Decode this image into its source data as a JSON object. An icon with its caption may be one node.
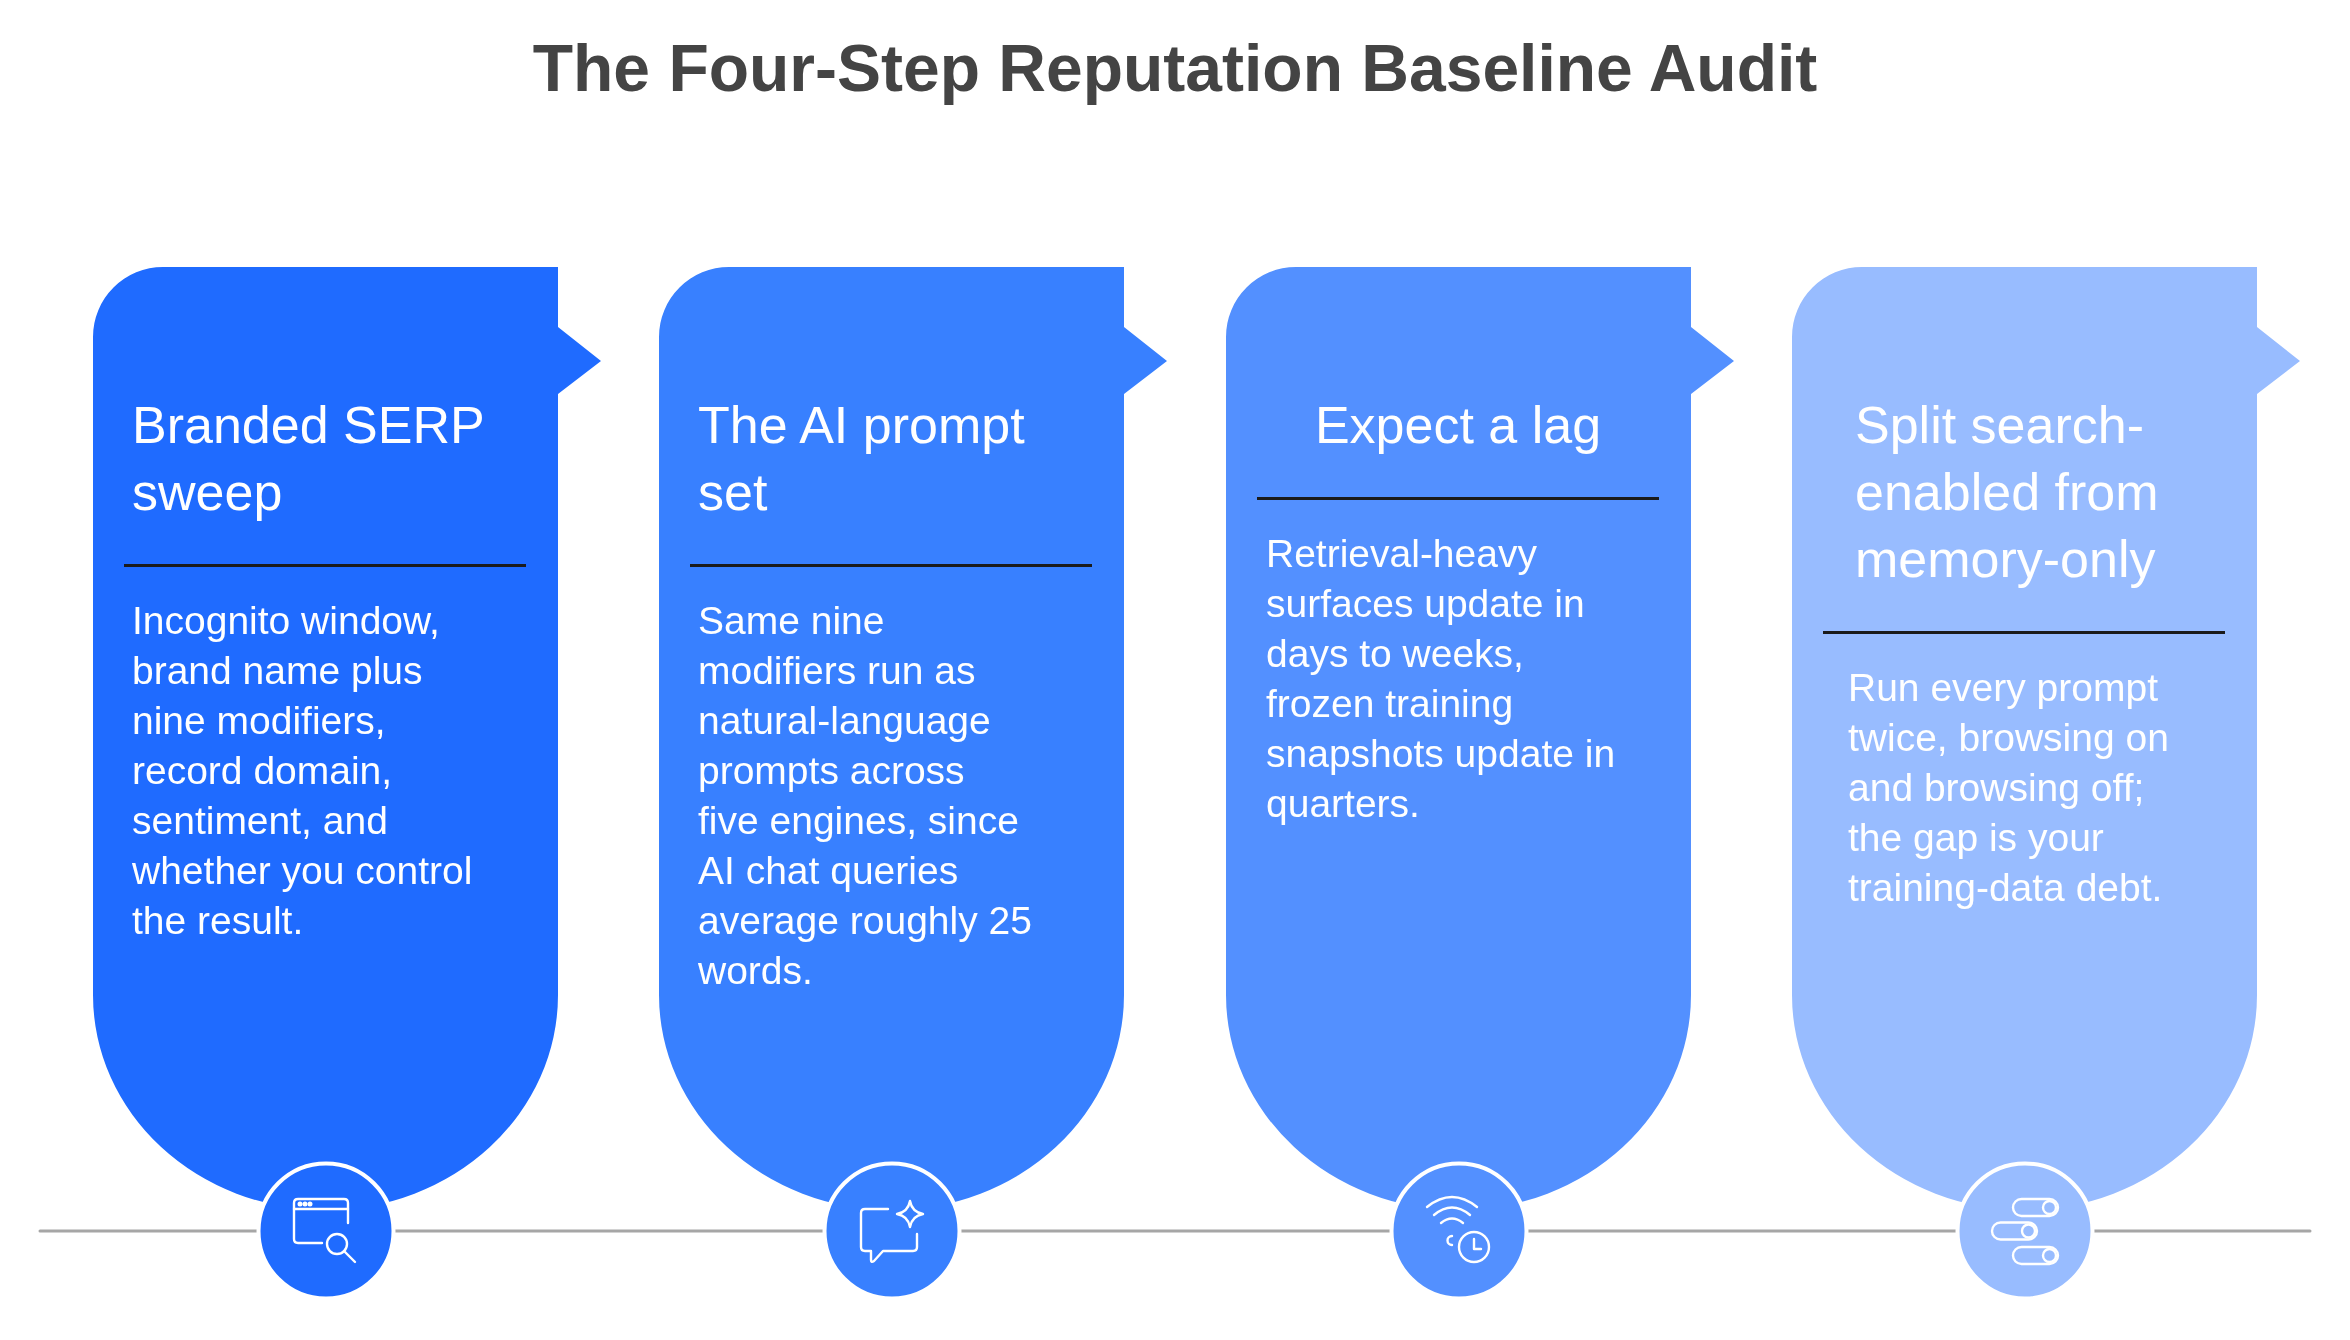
{
  "diagram": {
    "title": "The Four-Step Reputation Baseline Audit",
    "nodes": [
      {
        "text": [
          "Branded SERP sweep",
          "Incognito window, brand name plus nine modifiers, record domain, sentiment, and whether you control the result."
        ]
      },
      {
        "text": [
          "The AI prompt set",
          "Same nine modifiers run as natural-language prompts across five engines, since AI chat queries average roughly 25 words."
        ]
      },
      {
        "text": [
          "Expect a lag",
          "Retrieval-heavy surfaces update in days to weeks, frozen training snapshots update in quarters."
        ]
      },
      {
        "text": [
          "Split search-enabled from memory-only",
          "Run every prompt twice, browsing on and browsing off; the gap is your training-data debt."
        ]
      }
    ]
  }
}
